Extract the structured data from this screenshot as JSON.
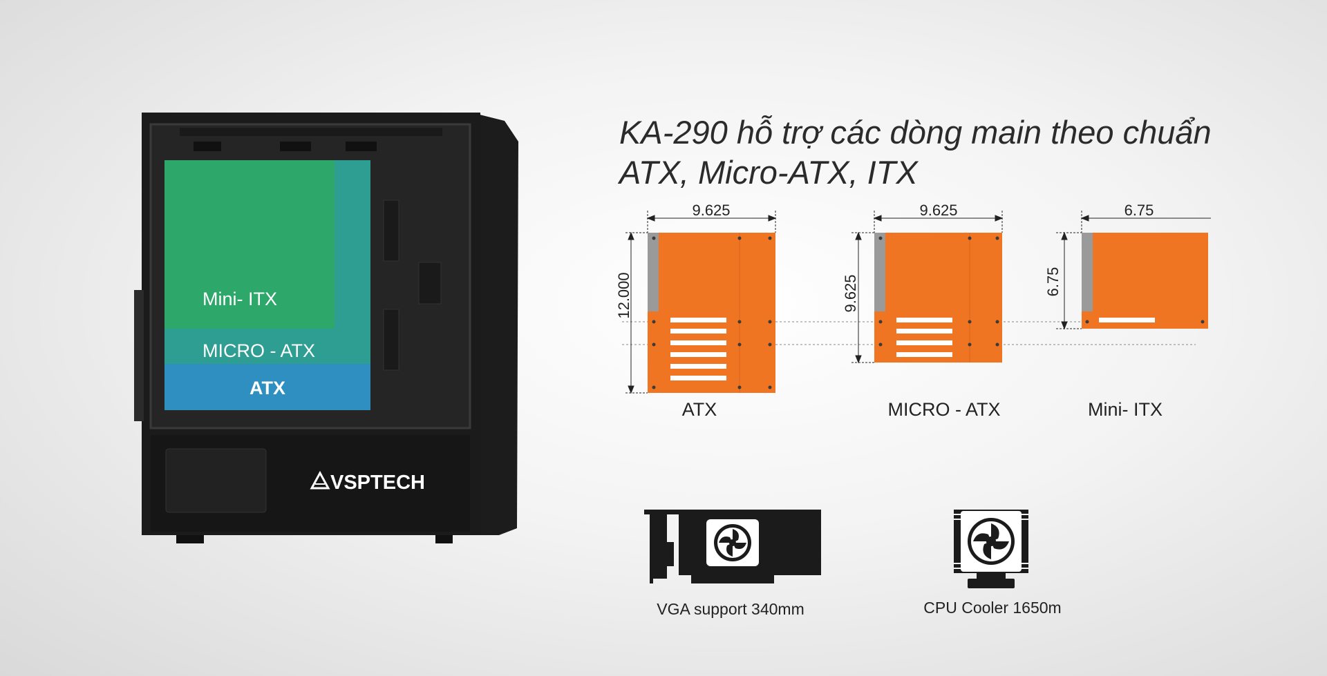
{
  "headline": {
    "line1": "KA-290 hỗ trợ các dòng main theo chuẩn",
    "line2": "ATX, Micro-ATX, ITX"
  },
  "case": {
    "brand": "VSPTECH",
    "zones": [
      {
        "label": "Mini- ITX",
        "color": "#2ea86a"
      },
      {
        "label": "MICRO - ATX",
        "color": "#2e9e93"
      },
      {
        "label": "ATX",
        "color": "#2f8fc0"
      }
    ]
  },
  "boards": [
    {
      "name": "ATX",
      "width": "9.625",
      "height": "12.000",
      "color": "#f07522"
    },
    {
      "name": "MICRO - ATX",
      "width": "9.625",
      "height": "9.625",
      "color": "#f07522"
    },
    {
      "name": "Mini- ITX",
      "width": "6.75",
      "height": "6.75",
      "color": "#f07522"
    }
  ],
  "features": [
    {
      "icon": "graphics-card-icon",
      "label": "VGA support 340mm"
    },
    {
      "icon": "cpu-cooler-icon",
      "label": "CPU Cooler 1650m"
    }
  ]
}
